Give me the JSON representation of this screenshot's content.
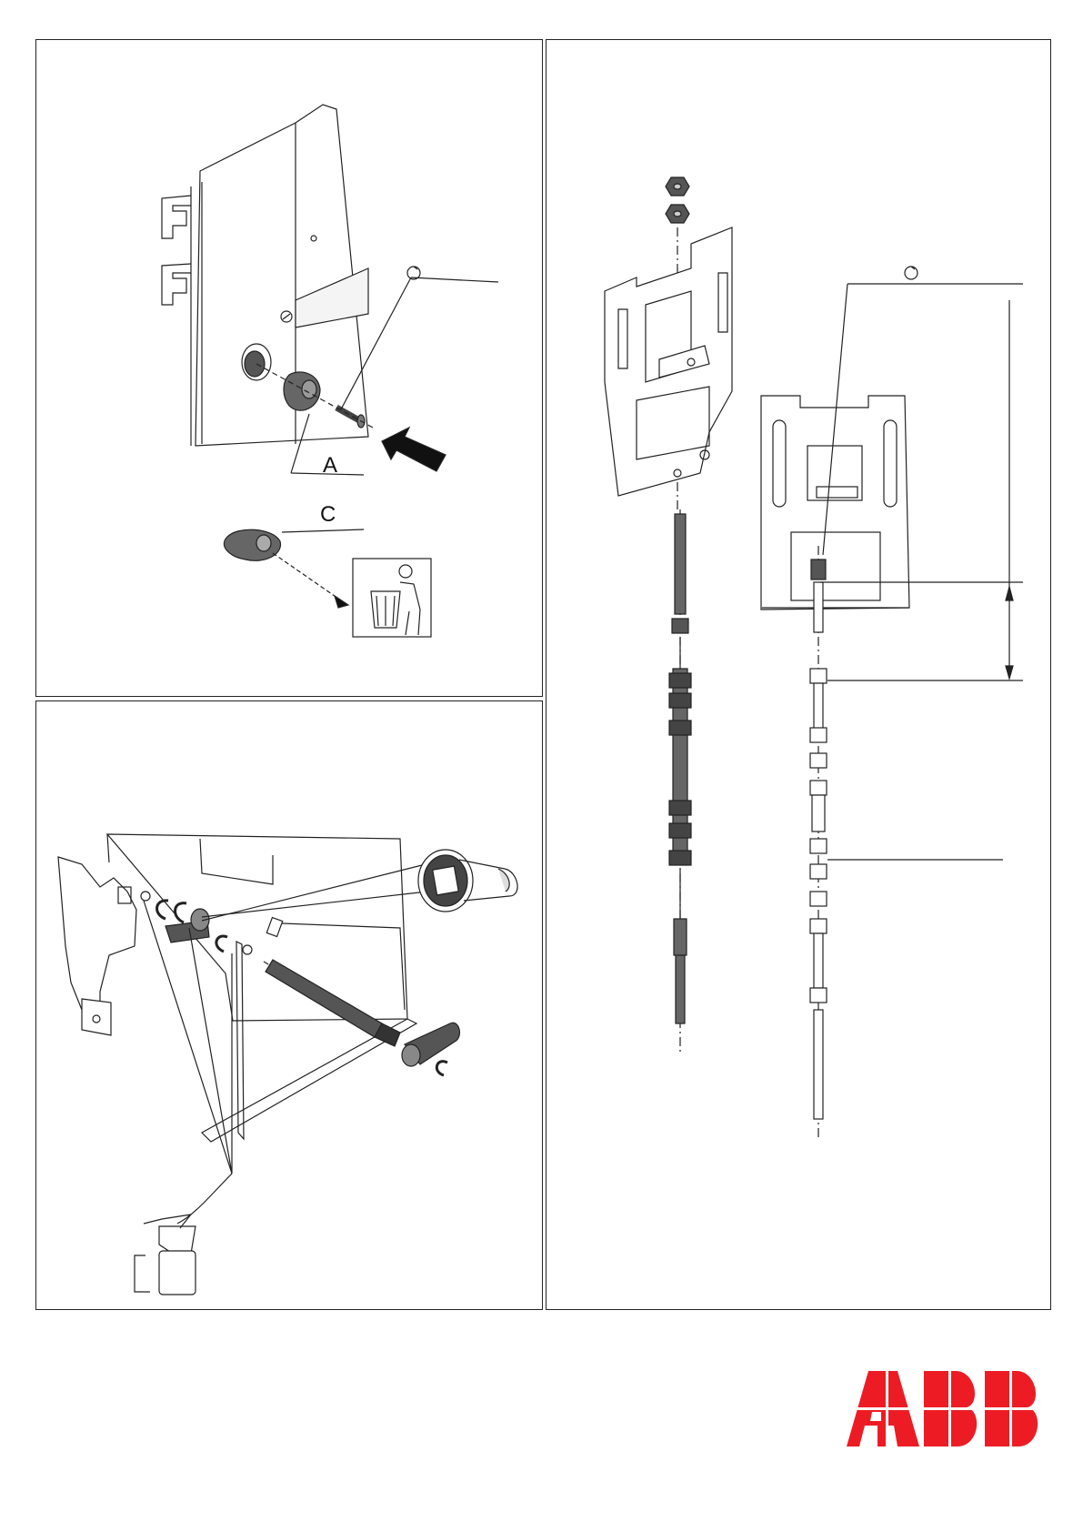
{
  "panels": [
    {
      "id": "panel-removal",
      "labels": {
        "a": "A",
        "c": "C"
      }
    },
    {
      "id": "panel-lubrication"
    },
    {
      "id": "panel-rod-assembly"
    }
  ],
  "brand": {
    "logo_text": "ABB",
    "color": "#ED1C24"
  },
  "icons": [
    "rotation-symbol-icon",
    "press-arrow-icon",
    "waste-bin-icon",
    "oil-can-icon"
  ]
}
